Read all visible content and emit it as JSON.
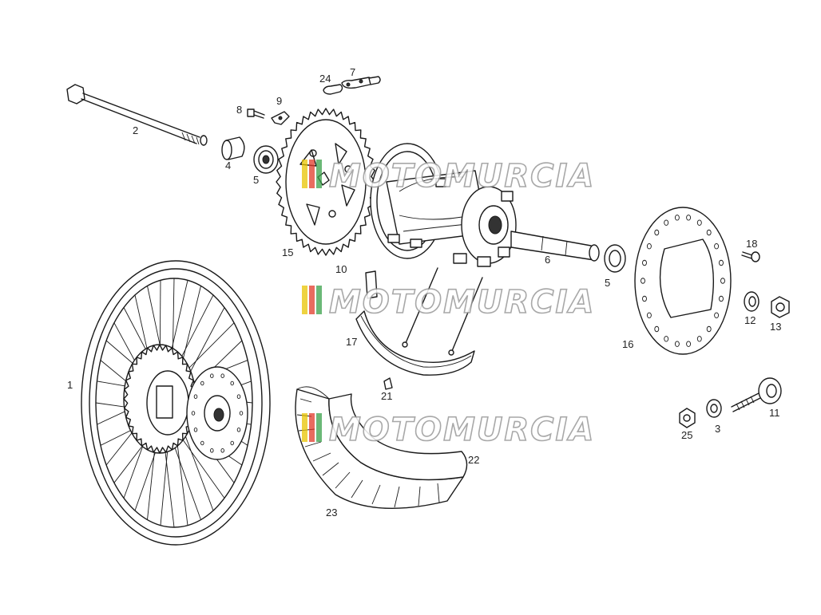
{
  "diagram": {
    "callouts": [
      {
        "id": "1",
        "text": "1"
      },
      {
        "id": "2",
        "text": "2"
      },
      {
        "id": "3",
        "text": "3"
      },
      {
        "id": "4",
        "text": "4"
      },
      {
        "id": "5a",
        "text": "5"
      },
      {
        "id": "5b",
        "text": "5"
      },
      {
        "id": "6",
        "text": "6"
      },
      {
        "id": "7",
        "text": "7"
      },
      {
        "id": "8",
        "text": "8"
      },
      {
        "id": "9",
        "text": "9"
      },
      {
        "id": "10",
        "text": "10"
      },
      {
        "id": "11",
        "text": "11"
      },
      {
        "id": "12",
        "text": "12"
      },
      {
        "id": "13",
        "text": "13"
      },
      {
        "id": "15",
        "text": "15"
      },
      {
        "id": "16",
        "text": "16"
      },
      {
        "id": "17",
        "text": "17"
      },
      {
        "id": "18",
        "text": "18"
      },
      {
        "id": "21",
        "text": "21"
      },
      {
        "id": "22",
        "text": "22"
      },
      {
        "id": "23",
        "text": "23"
      },
      {
        "id": "24",
        "text": "24"
      },
      {
        "id": "25",
        "text": "25"
      }
    ],
    "watermark": {
      "text": "MOTOMURCIA",
      "colors": [
        "#e8c400",
        "#e23a2a",
        "#3aa04a"
      ]
    }
  }
}
